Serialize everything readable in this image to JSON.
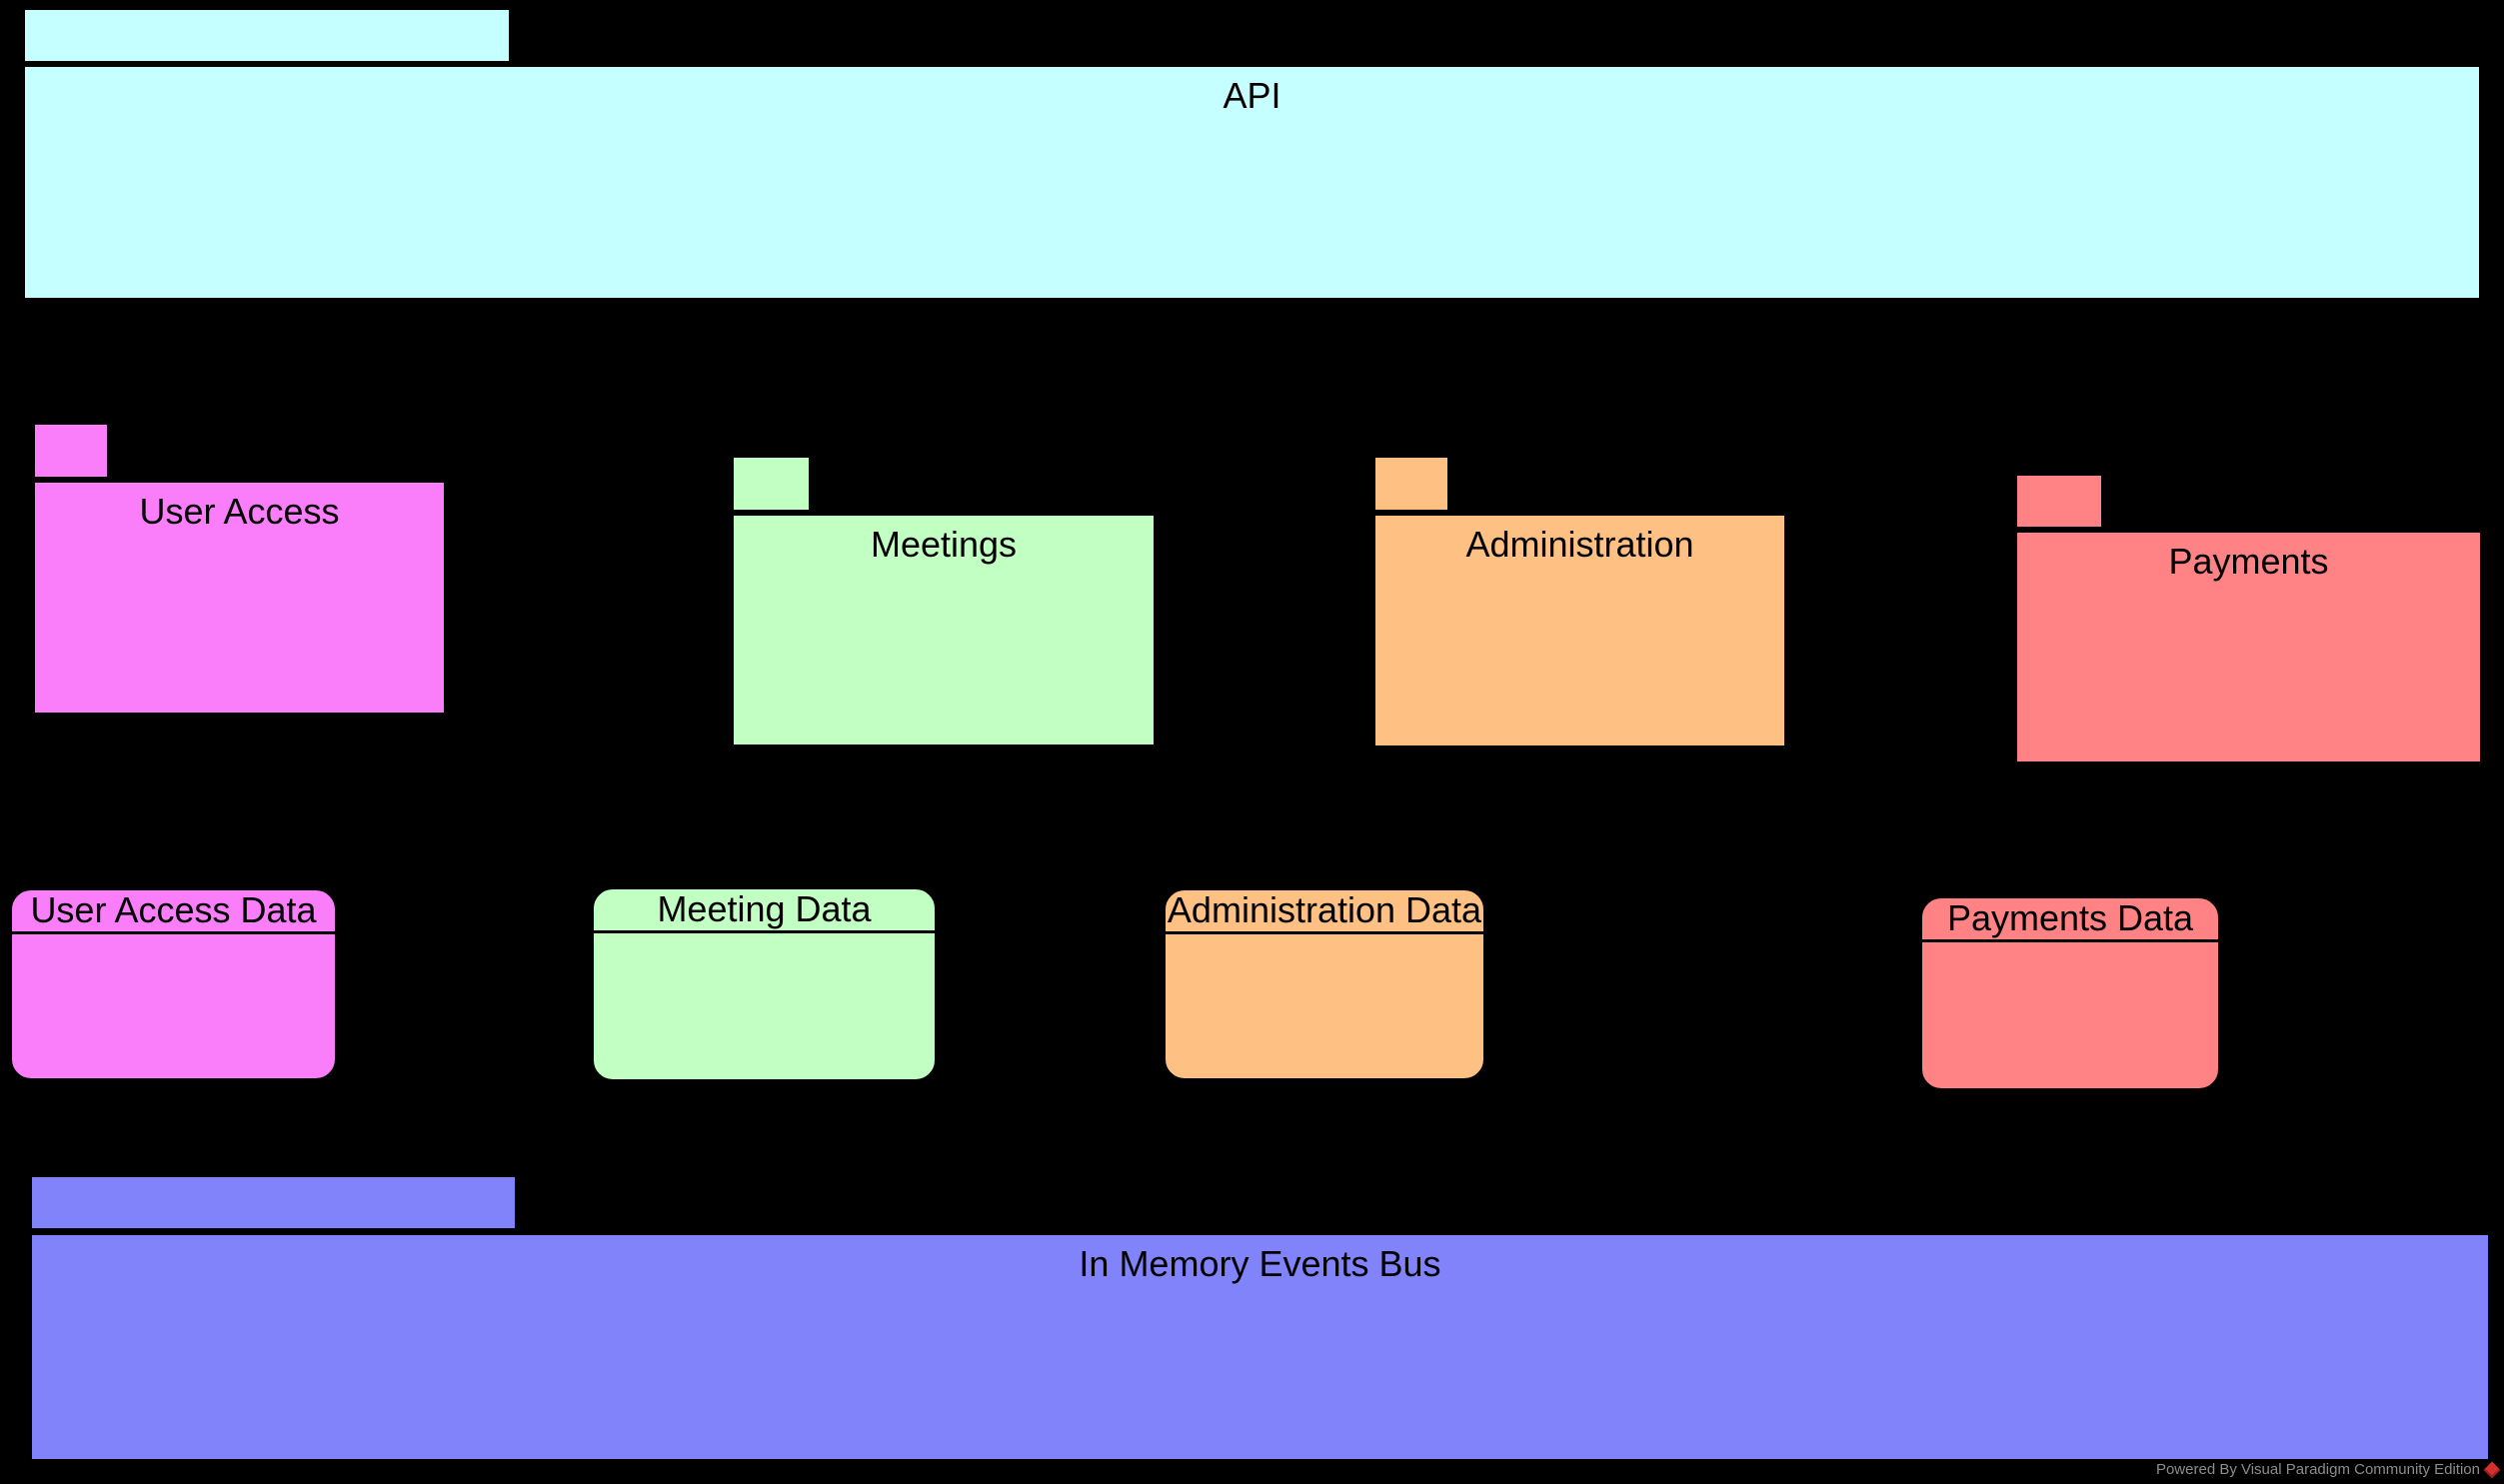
{
  "nodes": {
    "api": {
      "label": "API",
      "color": "#C5FFFF"
    },
    "user_access": {
      "label": "User Access",
      "color": "#FA7DFA"
    },
    "meetings": {
      "label": "Meetings",
      "color": "#C2FFC2"
    },
    "administration": {
      "label": "Administration",
      "color": "#FFC183"
    },
    "payments": {
      "label": "Payments",
      "color": "#FF8285"
    },
    "user_access_data": {
      "label": "User Access Data",
      "color": "#FA7DFA"
    },
    "meeting_data": {
      "label": "Meeting Data",
      "color": "#C2FFC2"
    },
    "administration_data": {
      "label": "Administration Data",
      "color": "#FFC183"
    },
    "payments_data": {
      "label": "Payments Data",
      "color": "#FF8285"
    },
    "events_bus": {
      "label": "In Memory Events Bus",
      "color": "#8183FA"
    }
  },
  "watermark": {
    "text": "Powered By Visual Paradigm Community Edition",
    "text_color": "#8C8C8C",
    "logo_color": "#D32F2F",
    "logo_shadow_color": "#9C1F1F"
  },
  "canvas": {
    "background": "#000000"
  }
}
